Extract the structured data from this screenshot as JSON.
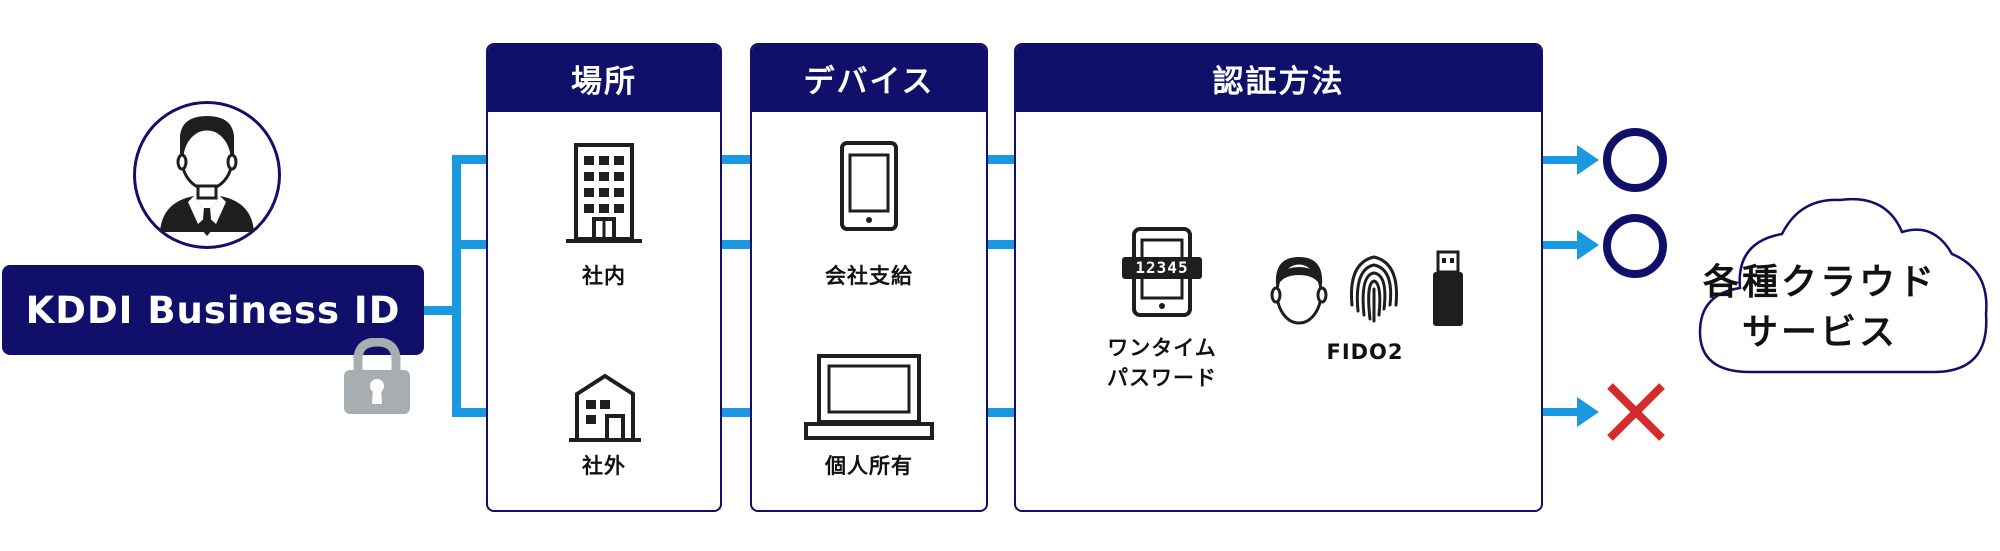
{
  "id_box": {
    "label": "KDDI Business ID"
  },
  "panels": {
    "location": {
      "title": "場所",
      "items": [
        {
          "label": "社内"
        },
        {
          "label": "社外"
        }
      ]
    },
    "device": {
      "title": "デバイス",
      "items": [
        {
          "label": "会社支給"
        },
        {
          "label": "個人所有"
        }
      ]
    },
    "auth": {
      "title": "認証方法",
      "otp": {
        "line1": "ワンタイム",
        "line2": "パスワード",
        "code": "12345"
      },
      "fido": {
        "label": "FIDO2"
      }
    }
  },
  "results": [
    {
      "mark": "○",
      "status": "allowed"
    },
    {
      "mark": "○",
      "status": "allowed"
    },
    {
      "mark": "×",
      "status": "denied"
    }
  ],
  "cloud": {
    "line1": "各種クラウド",
    "line2": "サービス"
  },
  "colors": {
    "navy": "#10106a",
    "connector_blue": "#1a98e0",
    "deny_red": "#d52b2b",
    "lock_gray": "#a8adb2"
  }
}
